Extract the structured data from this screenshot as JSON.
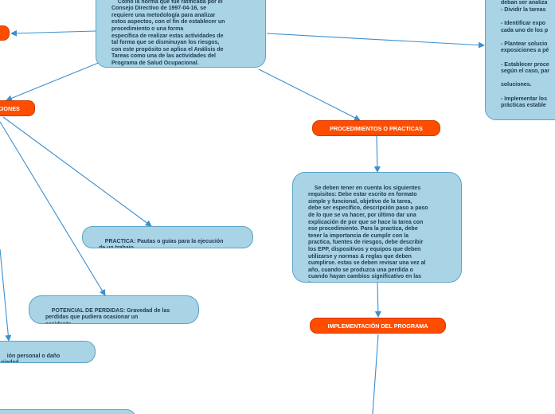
{
  "nodes": {
    "top_center": "Como la norma que fue ratificada por el\nConsejo Directivo de 1997-04-16, se\nrequiere una metodología para analizar\nestos aspectos, con el fin de establecer un\nprocedimiento o una forma\nespecífica de realizar estas actividades de\ntal forma que se disminuyan los riesgos,\ncon este propósito se aplica el Análisis de\nTareas como una de las actividades del\nPrograma de Salud Ocupacional.",
    "right_list": "- Seleccionar las t\ndeban ser analiza\n- Dividir la tareas\n\n- Identificar expo\ncada uno de los p\n\n- Plantear solucio\nexposiciones a pé\n\n- Establecer proce\nsegún el caso, par\n\nsoluciones.\n\n- Implementar los\nprácticas estable",
    "left_partial": "CIONES",
    "procedimientos": "PROCEDIMIENTOS O PRACTICAS",
    "requisitos": "Se deben tener en cuenta los siguientes\nrequisitos: Debe estar escrito en formato\nsimple y funcional, objetivo de la tarea,\ndebe ser específico, descripción paso a paso\nde lo que se va hacer, por último dar una\nexplicación de por que se hace la tarea con\nese procedimiento. Para la practica, debe\ntener la importancia de cumplir con la\npractica, fuentes de riesgos, debe describir\nlos EPP, dispositivos y equipos que deben\nutilizarse y normas & reglas que deben\ncumplirse. estas se deben revisar una vez al\naño, cuando se produzca una perdida o\ncuando hayan cambios significativo en las\ntareas.",
    "practica": "PRACTICA: Pautas o guías para la ejecución\nde un trabajo.",
    "potencial": "POTENCIAL DE PERDIDAS: Gravedad de las\nperdidas que pudiera ocasionar un\naccidente.",
    "lesion_partial": "ión personal o daño\npiedad.",
    "implementacion": "IMPLEMENTACIÓN DEL PROGRAMA"
  },
  "colors": {
    "topic_fill": "#a8d4e6",
    "topic_border": "#5da3c6",
    "topic_text": "#1f3a55",
    "title_fill": "#ff4d00",
    "title_text": "#ffffff",
    "connector": "#3a8fd0"
  }
}
